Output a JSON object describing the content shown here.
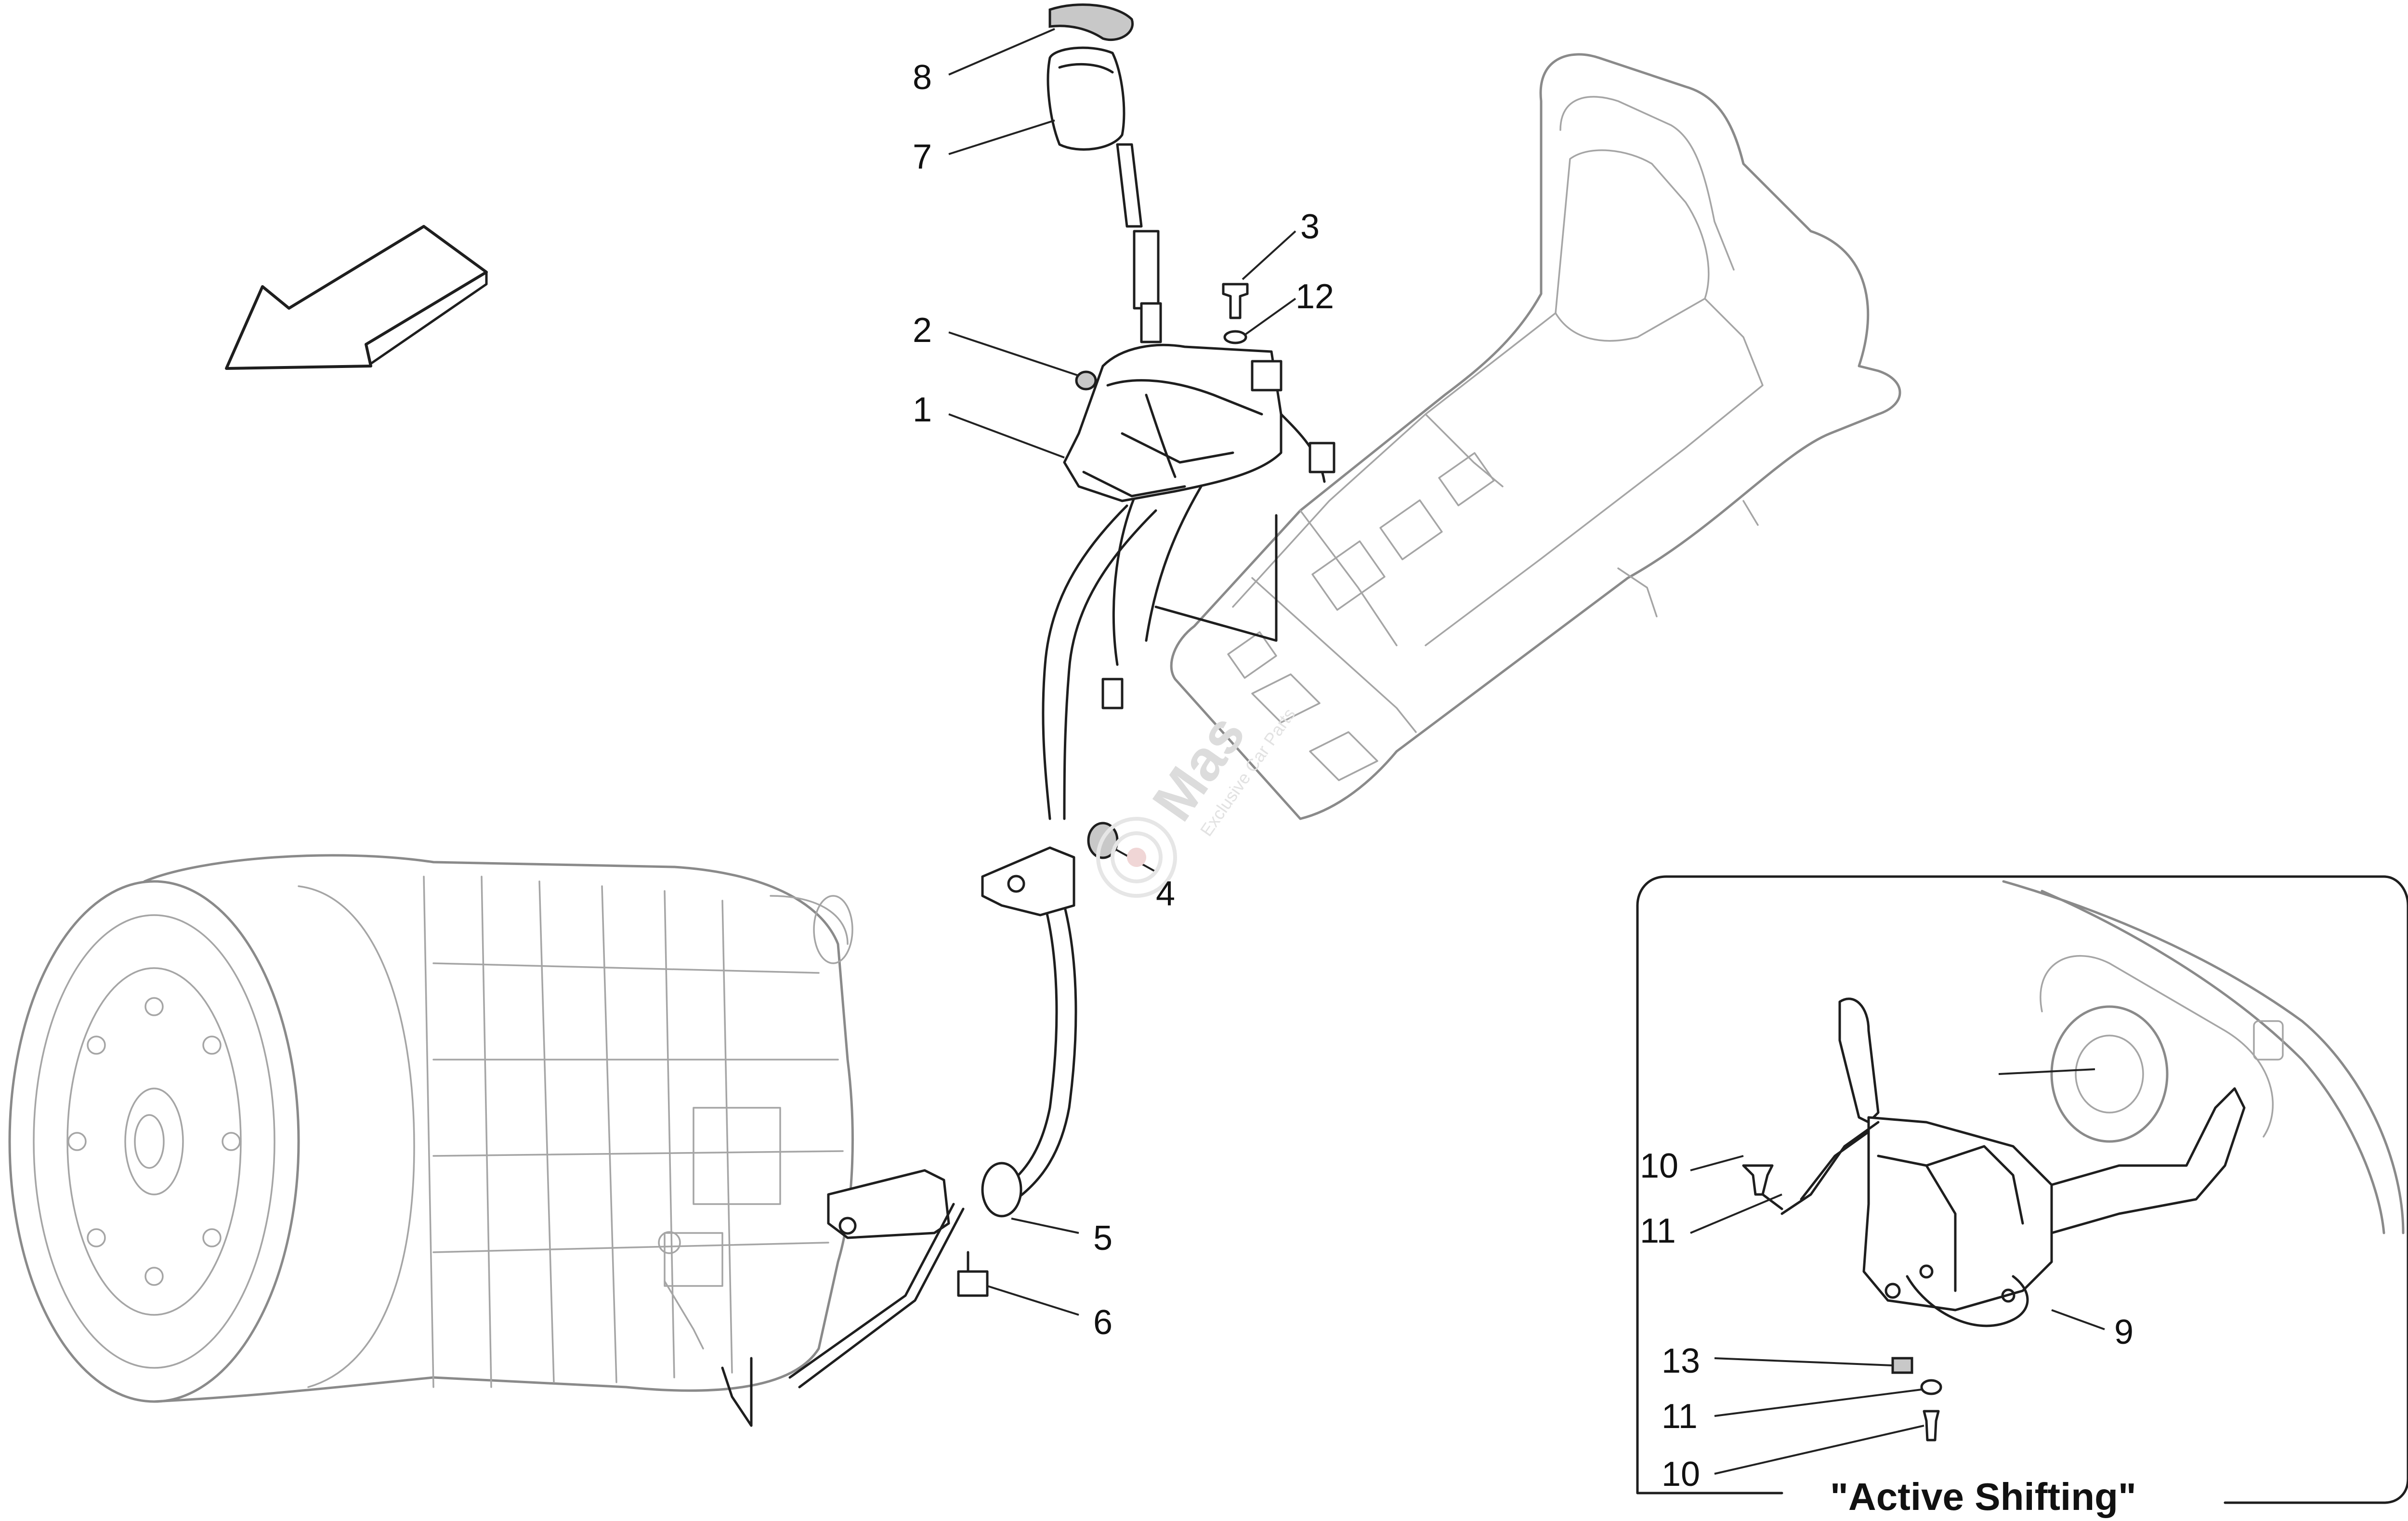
{
  "callouts": {
    "n1": "1",
    "n2": "2",
    "n3": "3",
    "n4": "4",
    "n5": "5",
    "n6": "6",
    "n7": "7",
    "n8": "8",
    "n9": "9",
    "n10a": "10",
    "n11a": "11",
    "n12": "12",
    "n13": "13",
    "n11b": "11",
    "n10b": "10"
  },
  "inset": {
    "title": "\"Active Shifting\""
  },
  "watermark": {
    "brand": "Mas",
    "tagline": "Exclusive Car Parts"
  },
  "colors": {
    "line_art": "#1e1e1e",
    "background_art": "#8a8a8a",
    "watermark": "#dcdcdc"
  }
}
